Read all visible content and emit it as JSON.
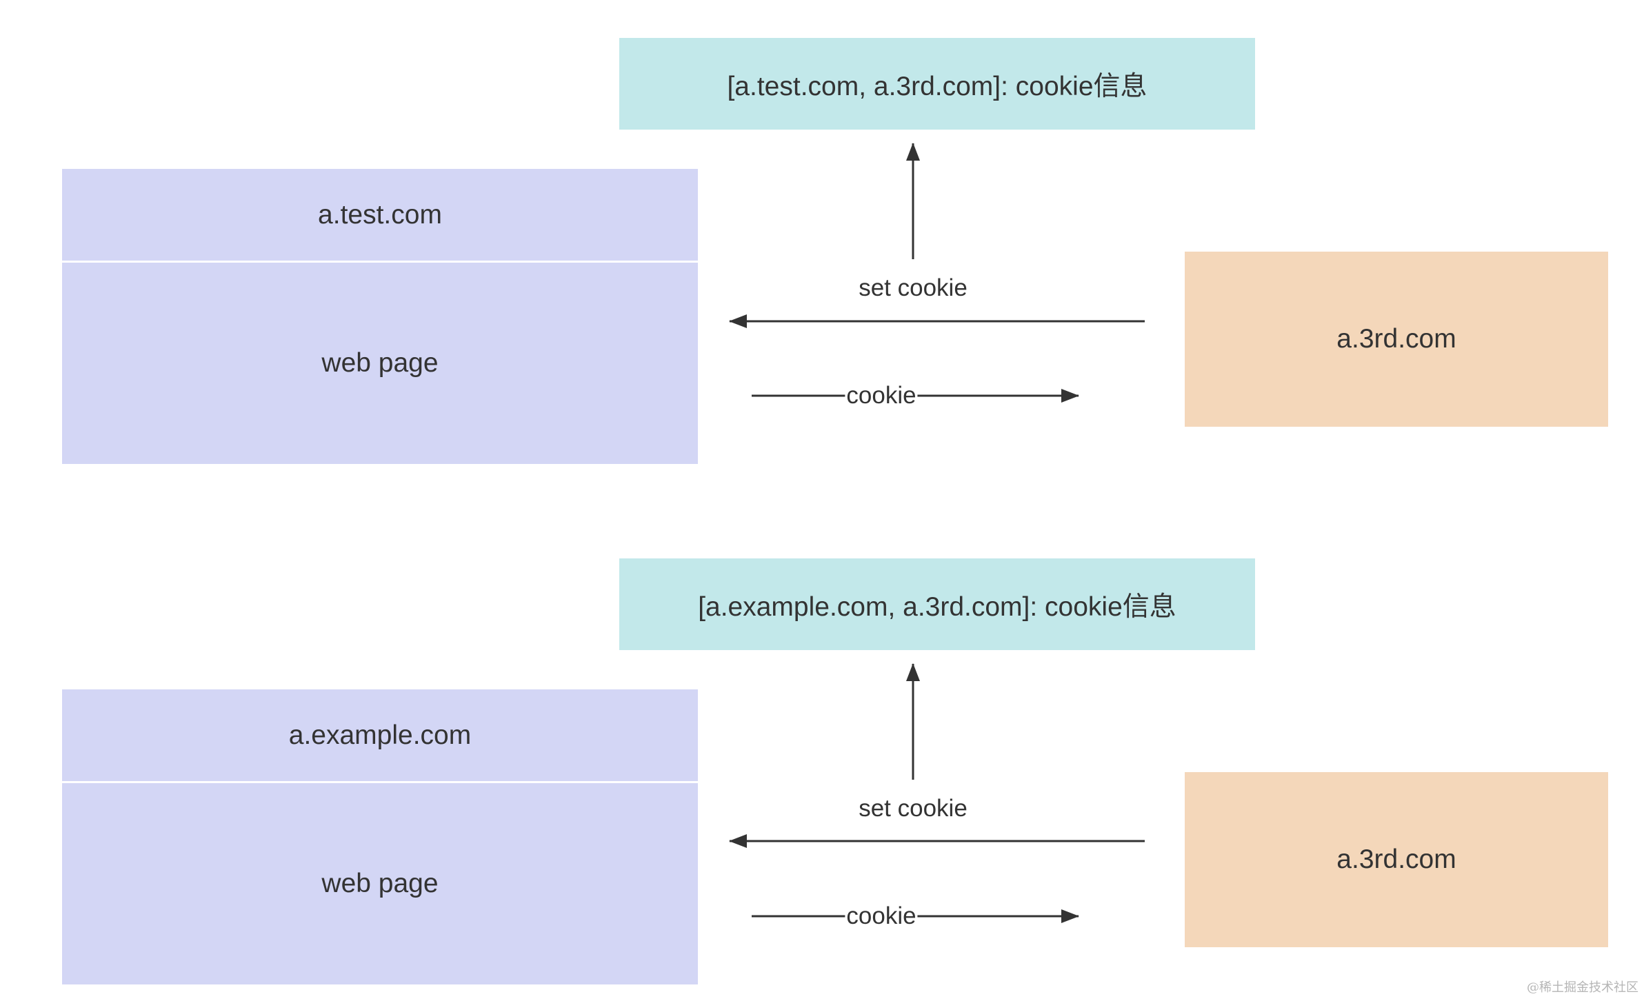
{
  "colors": {
    "storage_fill": "#c2e8ea",
    "site_fill": "#d3d6f5",
    "third_party_fill": "#f4d7ba",
    "arrow": "#333333",
    "text": "#333333"
  },
  "scenarios": [
    {
      "storage_label": "[a.test.com, a.3rd.com]: cookie信息",
      "site_domain": "a.test.com",
      "site_body": "web page",
      "third_party": "a.3rd.com",
      "set_cookie_label": "set cookie",
      "cookie_label": "cookie"
    },
    {
      "storage_label": "[a.example.com, a.3rd.com]: cookie信息",
      "site_domain": "a.example.com",
      "site_body": "web page",
      "third_party": "a.3rd.com",
      "set_cookie_label": "set cookie",
      "cookie_label": "cookie"
    }
  ],
  "watermark": "@稀土掘金技术社区"
}
